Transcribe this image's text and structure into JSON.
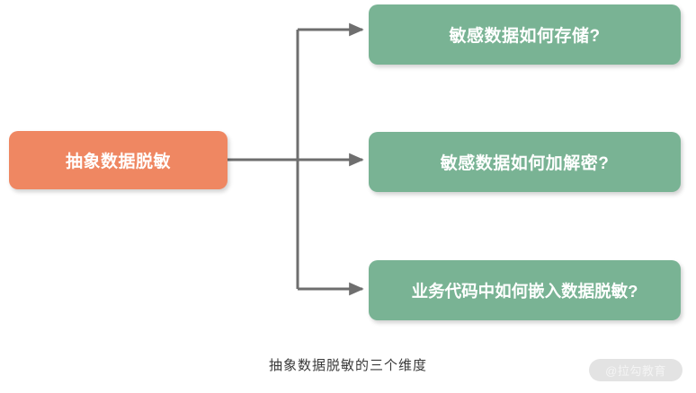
{
  "diagram": {
    "root": {
      "label": "抽象数据脱敏",
      "color": "#ef8762"
    },
    "leaves": [
      {
        "label": "敏感数据如何存储?",
        "color": "#79b394"
      },
      {
        "label": "敏感数据如何加解密?",
        "color": "#79b394"
      },
      {
        "label": "业务代码中如何嵌入数据脱敏?",
        "color": "#79b394"
      }
    ],
    "connector_color": "#6e6e6e"
  },
  "caption": "抽象数据脱敏的三个维度",
  "watermark": "@拉勾教育"
}
